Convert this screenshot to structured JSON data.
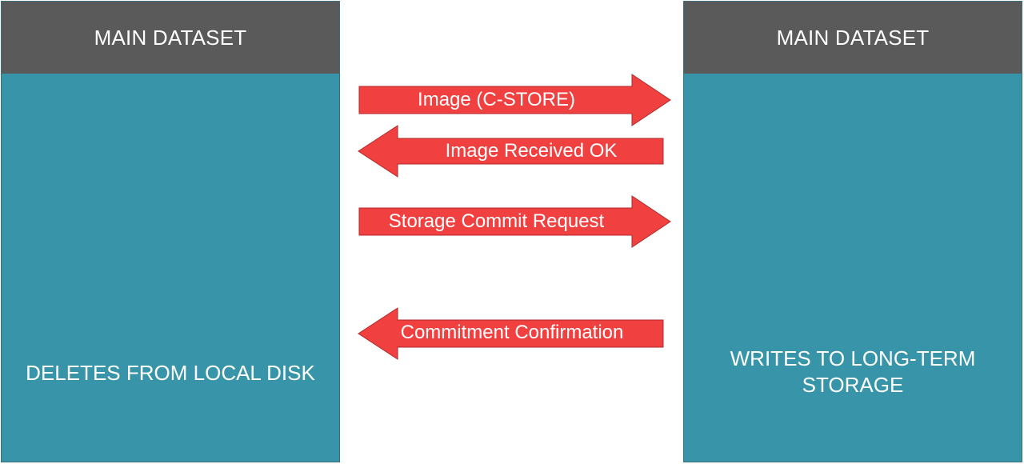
{
  "left_system": {
    "header": "MAIN DATASET",
    "note": "DELETES FROM LOCAL DISK"
  },
  "right_system": {
    "header": "MAIN DATASET",
    "note": "WRITES TO LONG-TERM STORAGE"
  },
  "messages": [
    {
      "label": "Image (C-STORE)",
      "direction": "right"
    },
    {
      "label": "Image Received OK",
      "direction": "left"
    },
    {
      "label": "Storage Commit Request",
      "direction": "right"
    },
    {
      "label": "Commitment Confirmation",
      "direction": "left"
    }
  ],
  "colors": {
    "header": "#5a5a5a",
    "panel": "#3794a9",
    "arrow": "#f04040",
    "arrow_border": "#b02a2a",
    "text": "#ffffff"
  }
}
